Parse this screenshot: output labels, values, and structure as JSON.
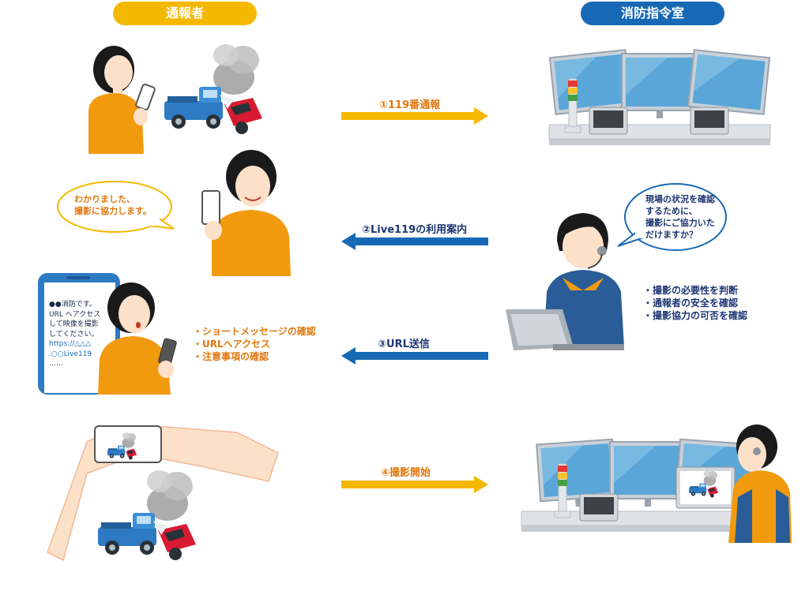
{
  "headers": {
    "reporter": "通報者",
    "command_center": "消防指令室"
  },
  "steps": [
    {
      "label": "①119番通報"
    },
    {
      "label": "②Live119の利用案内"
    },
    {
      "label": "③URL送信"
    },
    {
      "label": "④撮影開始"
    }
  ],
  "bubbles": {
    "reporter_reply": [
      "わかりました、",
      "撮影に協力します。"
    ],
    "dispatcher_request": [
      "現場の状況を確認",
      "するために、",
      "撮影にご協力いた",
      "だけますか？"
    ]
  },
  "reporter_bullets": [
    "・ショートメッセージの確認",
    "・URLへアクセス",
    "・注意事項の確認"
  ],
  "dispatcher_bullets": [
    "・撮影の必要性を判断",
    "・通報者の安全を確認",
    "・撮影協力の可否を確認"
  ],
  "sms_message": [
    "●●消防です。",
    "URL へアクセス",
    "して映像を撮影",
    "してください。",
    "https://△△△",
    ".○○Live119",
    "……"
  ],
  "colors": {
    "yellow": "#f5b800",
    "blue": "#1769b5",
    "orange_text": "#e0780e",
    "navy_text": "#1c3573"
  }
}
